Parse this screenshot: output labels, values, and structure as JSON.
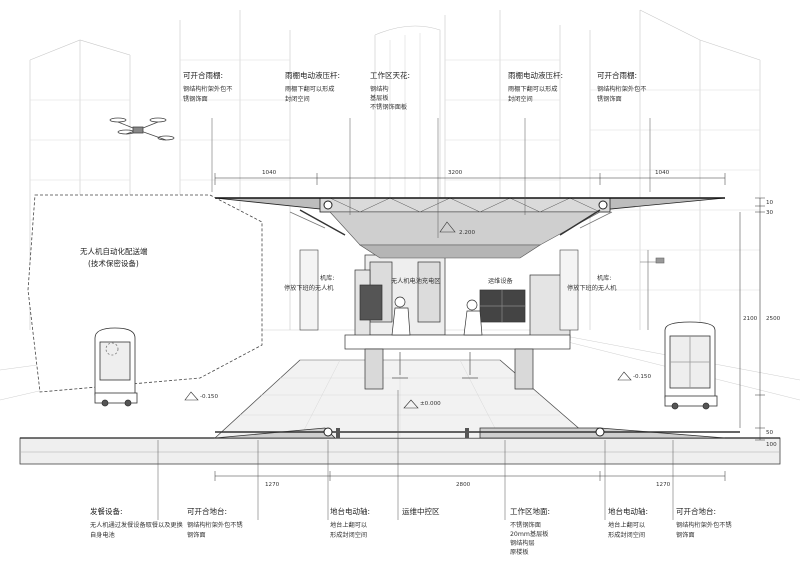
{
  "top_annotations": [
    {
      "title": "可开合雨棚:",
      "lines": [
        "钢结构桁架外包不",
        "锈钢饰面"
      ]
    },
    {
      "title": "雨棚电动液压杆:",
      "lines": [
        "雨棚下翻可以形成",
        "封闭空间"
      ]
    },
    {
      "title": "工作区天花:",
      "lines": [
        "钢结构",
        "基层板",
        "不锈钢饰面板"
      ]
    },
    {
      "title": "雨棚电动液压杆:",
      "lines": [
        "雨棚下翻可以形成",
        "封闭空间"
      ]
    },
    {
      "title": "可开合雨棚:",
      "lines": [
        "钢结构桁架外包不",
        "锈钢饰面"
      ]
    }
  ],
  "bottom_annotations": [
    {
      "title": "发餐设备:",
      "lines": [
        "无人机通过发餐设备取餐以及更换",
        "自身电池"
      ]
    },
    {
      "title": "可开合地台:",
      "lines": [
        "钢结构桁架外包不锈",
        "钢饰面"
      ]
    },
    {
      "title": "地台电动轴:",
      "lines": [
        "地台上翻可以",
        "形成封闭空间"
      ]
    },
    {
      "title": "运维中控区",
      "lines": []
    },
    {
      "title": "工作区地面:",
      "lines": [
        "不锈钢饰面",
        "20mm基层板",
        "钢结构层",
        "原楼板"
      ]
    },
    {
      "title": "地台电动轴:",
      "lines": [
        "地台上翻可以",
        "形成封闭空间"
      ]
    },
    {
      "title": "可开合地台:",
      "lines": [
        "钢结构桁架外包不锈",
        "钢饰面"
      ]
    }
  ],
  "inner_labels": {
    "dock_title": "无人机自动化配送端",
    "dock_sub": "(技术保密设备)",
    "hangar_left_title": "机库:",
    "hangar_left_body": "停放下班的无人机",
    "charging": "无人机电池充电区",
    "ops_equipment": "运维设备",
    "hangar_right_title": "机库:",
    "hangar_right_body": "停放下班的无人机"
  },
  "top_dims": [
    "1040",
    "3200",
    "1040"
  ],
  "bottom_dims": [
    "1270",
    "2800",
    "1270"
  ],
  "right_dims": [
    "10",
    "30",
    "2100",
    "2500",
    "50",
    "100"
  ],
  "elevations": {
    "ceiling": "2.200",
    "floor": "±0.000",
    "left": "-0.150",
    "right": "-0.150"
  }
}
